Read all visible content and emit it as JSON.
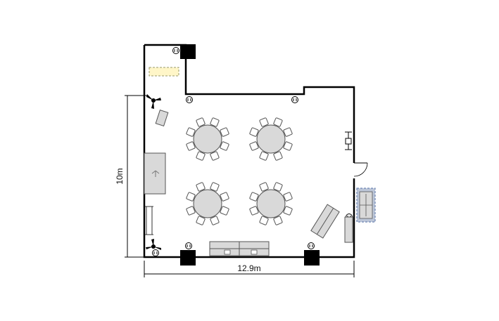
{
  "floor_plan": {
    "dimensions": {
      "height_label": "10m",
      "width_label": "12.9m"
    },
    "furniture": {
      "round_tables": 4,
      "chairs_per_table": 8,
      "rectangular_tables": 4
    },
    "icon_names": [
      "round-table-icon",
      "chair-icon",
      "speaker-icon",
      "outlet-icon",
      "door-icon",
      "column-icon",
      "projector-screen-icon",
      "light-fixture-icon"
    ],
    "colors": {
      "wall": "#000000",
      "furniture_fill": "#d9d9d9",
      "furniture_stroke": "#555555",
      "light_fixture": "#fff6c8",
      "equipment_dashed": "#6f86b4"
    }
  }
}
